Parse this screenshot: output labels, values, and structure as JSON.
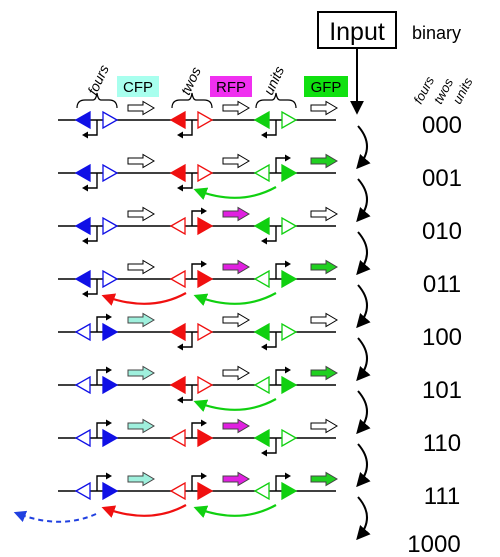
{
  "header": {
    "input_label": "Input",
    "binary_label": "binary",
    "digit_labels": [
      "fours",
      "twos",
      "units"
    ]
  },
  "modules": [
    {
      "id": "fours",
      "label": "fours",
      "reporter": "CFP",
      "color": "#1010e6",
      "reporter_bg": "#a8ffee",
      "reporter_fill": "#9ff0dd"
    },
    {
      "id": "twos",
      "label": "twos",
      "reporter": "RFP",
      "color": "#f01010",
      "reporter_bg": "#f030f0",
      "reporter_fill": "#e020e0"
    },
    {
      "id": "units",
      "label": "units",
      "reporter": "GFP",
      "color": "#10d010",
      "reporter_bg": "#10e010",
      "reporter_fill": "#20d020"
    }
  ],
  "states": [
    {
      "binary": "000",
      "bits": [
        0,
        0,
        0
      ]
    },
    {
      "binary": "001",
      "bits": [
        0,
        0,
        1
      ]
    },
    {
      "binary": "010",
      "bits": [
        0,
        1,
        0
      ]
    },
    {
      "binary": "011",
      "bits": [
        0,
        1,
        1
      ]
    },
    {
      "binary": "100",
      "bits": [
        1,
        0,
        0
      ]
    },
    {
      "binary": "101",
      "bits": [
        1,
        0,
        1
      ]
    },
    {
      "binary": "110",
      "bits": [
        1,
        1,
        0
      ]
    },
    {
      "binary": "111",
      "bits": [
        1,
        1,
        1
      ]
    }
  ],
  "overflow": {
    "binary": "1000"
  },
  "colors": {
    "line": "#000000",
    "overflow_arrow": "#2040e0"
  }
}
